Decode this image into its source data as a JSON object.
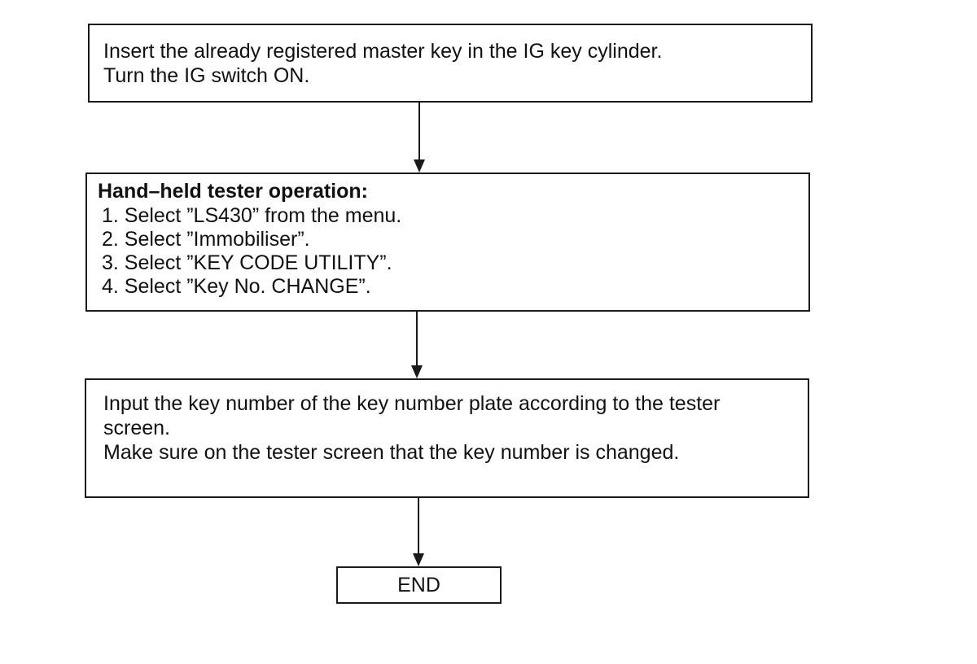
{
  "flow": {
    "step1": {
      "lines": [
        "Insert the already registered master key in the IG key cylinder.",
        "Turn the IG switch ON."
      ]
    },
    "step2": {
      "heading": "Hand–held tester operation:",
      "items": [
        "1. Select ”LS430” from the menu.",
        "2. Select ”Immobiliser”.",
        "3. Select ”KEY CODE UTILITY”.",
        "4. Select ”Key No. CHANGE”."
      ]
    },
    "step3": {
      "lines": [
        "Input the key number of the key number plate according to the tester",
        "screen.",
        "Make sure on the tester screen that the key number is changed."
      ]
    },
    "end": {
      "label": "END"
    }
  },
  "colors": {
    "line": "#1a1a1a",
    "background": "#ffffff"
  }
}
